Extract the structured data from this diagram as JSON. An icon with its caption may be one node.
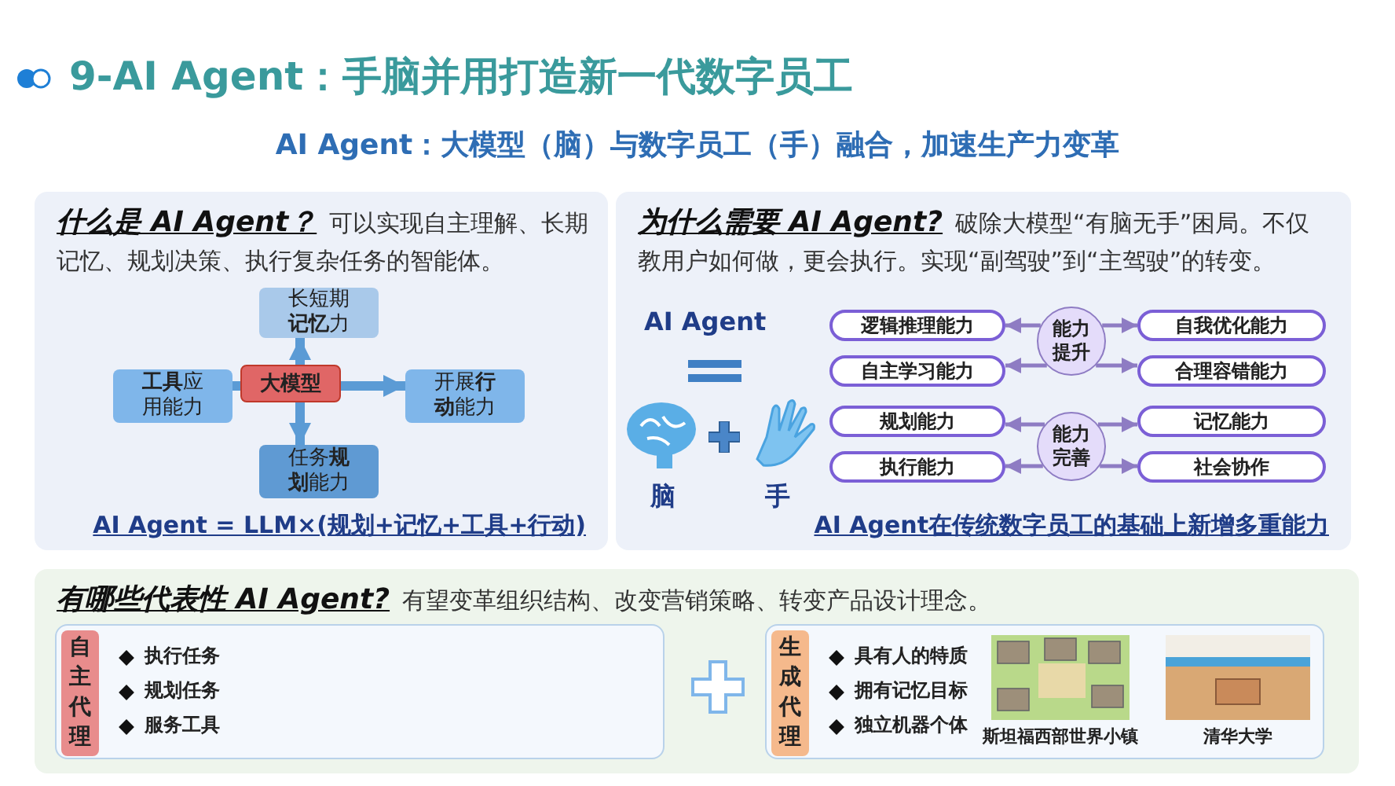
{
  "diagram": {
    "title": "9-AI Agent：手脑并用打造新一代数字员工",
    "nodes": [
      {
        "text": [
          "什么是 AI Agent？",
          "可以实现自主理解、长期记忆、规划决策、执行复杂任务的智能体。",
          "AI Agent = LLM×(规划+记忆+工具+行动)"
        ]
      },
      {
        "text": [
          "大模型"
        ],
        "in": 0
      },
      {
        "text": [
          "长短期**记忆**力"
        ],
        "in": 0
      },
      {
        "text": [
          "**工具**应用能力"
        ],
        "in": 0
      },
      {
        "text": [
          "开展**行动**能力"
        ],
        "in": 0
      },
      {
        "text": [
          "任务**规划**能力"
        ],
        "in": 0
      },
      {
        "text": [
          "为什么需要 AI Agent?",
          "破除大模型“有脑无手”困局。不仅教用户如何做，更会执行。实现“副驾驶”到“主驾驶”的转变。",
          "AI Agent在传统数字员工的基础上新增多重能力"
        ]
      },
      {
        "text": [
          "能力提升"
        ],
        "in": 6
      },
      {
        "text": [
          "逻辑推理能力"
        ],
        "in": 6
      },
      {
        "text": [
          "自我优化能力"
        ],
        "in": 6
      },
      {
        "text": [
          "自主学习能力"
        ],
        "in": 6
      },
      {
        "text": [
          "合理容错能力"
        ],
        "in": 6
      },
      {
        "text": [
          "能力完善"
        ],
        "in": 6
      },
      {
        "text": [
          "规划能力"
        ],
        "in": 6
      },
      {
        "text": [
          "记忆能力"
        ],
        "in": 6
      },
      {
        "text": [
          "执行能力"
        ],
        "in": 6
      },
      {
        "text": [
          "社会协作"
        ],
        "in": 6
      },
      {
        "text": [
          "有哪些代表性 AI Agent?",
          "有望变革组织结构、改变营销策略、转变产品设计理念。"
        ]
      },
      {
        "text": [
          "执行任务",
          "规划任务",
          "服务工具"
        ],
        "in": 17
      },
      {
        "text": [
          "自主代理"
        ],
        "in": 18
      },
      {
        "text": [
          "具有人的特质",
          "拥有记忆目标",
          "独立机器个体"
        ],
        "in": 17
      },
      {
        "text": [
          "生成代理"
        ],
        "in": 20
      }
    ],
    "edges": [
      {
        "from": 1,
        "to": 2,
        "arrow": "to",
        "style": "thick",
        "color": "#5b9bd5"
      },
      {
        "from": 1,
        "to": 3,
        "arrow": "to",
        "style": "thick",
        "color": "#5b9bd5"
      },
      {
        "from": 1,
        "to": 4,
        "arrow": "to",
        "style": "thick",
        "color": "#5b9bd5"
      },
      {
        "from": 1,
        "to": 5,
        "arrow": "to",
        "style": "thick",
        "color": "#5b9bd5"
      },
      {
        "from": 7,
        "to": 8,
        "arrow": "to"
      },
      {
        "from": 7,
        "to": 9,
        "arrow": "to"
      },
      {
        "from": 7,
        "to": 10,
        "arrow": "to"
      },
      {
        "from": 7,
        "to": 11,
        "arrow": "to"
      },
      {
        "from": 12,
        "to": 13,
        "arrow": "to"
      },
      {
        "from": 12,
        "to": 14,
        "arrow": "to"
      },
      {
        "from": 12,
        "to": 15,
        "arrow": "to"
      },
      {
        "from": 12,
        "to": 16,
        "arrow": "to"
      }
    ],
    "labels": [
      "AI Agent：大模型（脑）与数字员工（手）融合，加速生产力变革",
      "AI Agent",
      "脑",
      "手",
      "斯坦福西部世界小镇",
      "清华大学"
    ]
  }
}
